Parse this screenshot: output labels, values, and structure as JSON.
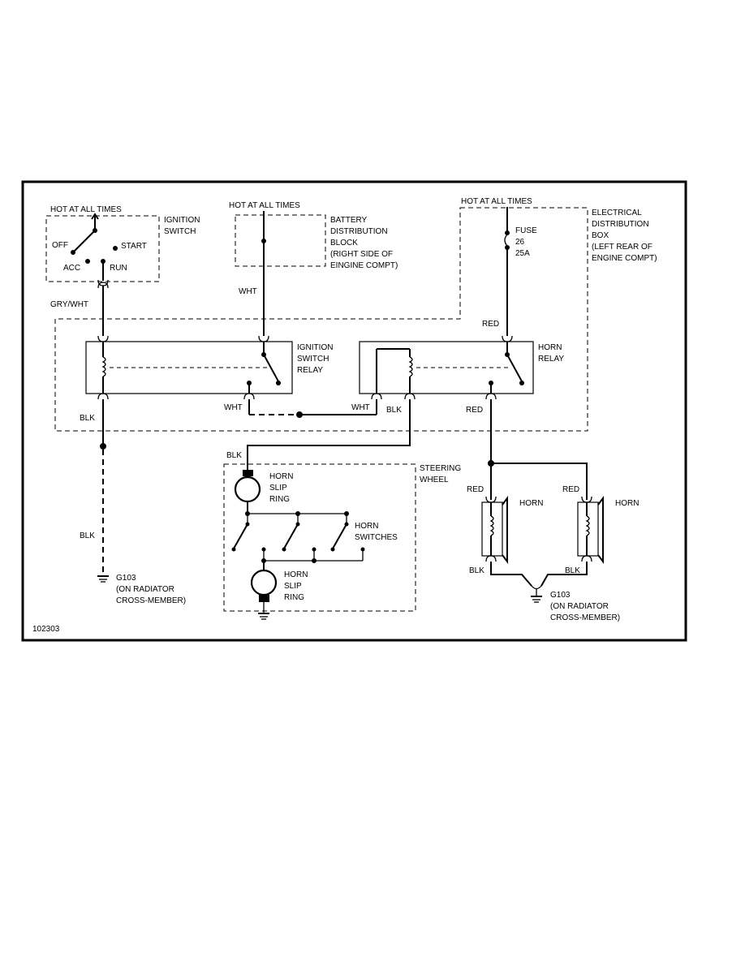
{
  "diagram_id": "102303",
  "sources": {
    "ignition_hot": "HOT AT ALL TIMES",
    "battery_hot": "HOT AT ALL TIMES",
    "fuse_hot": "HOT AT ALL TIMES"
  },
  "ignition_switch": {
    "label_line1": "IGNITION",
    "label_line2": "SWITCH",
    "pos_off": "OFF",
    "pos_start": "START",
    "pos_acc": "ACC",
    "pos_run": "RUN"
  },
  "battery_block": {
    "line1": "BATTERY",
    "line2": "DISTRIBUTION",
    "line3": "BLOCK",
    "line4": "(RIGHT SIDE OF",
    "line5": "EINGINE COMPT)"
  },
  "distribution_box": {
    "line1": "ELECTRICAL",
    "line2": "DISTRIBUTION",
    "line3": "BOX",
    "line4": "(LEFT REAR OF",
    "line5": "ENGINE COMPT)"
  },
  "fuse": {
    "label": "FUSE",
    "number": "26",
    "rating": "25A"
  },
  "ignition_relay": {
    "line1": "IGNITION",
    "line2": "SWITCH",
    "line3": "RELAY"
  },
  "horn_relay": {
    "line1": "HORN",
    "line2": "RELAY"
  },
  "steering_wheel": {
    "line1": "STEERING",
    "line2": "WHEEL"
  },
  "slip_ring_top": {
    "line1": "HORN",
    "line2": "SLIP",
    "line3": "RING"
  },
  "slip_ring_bottom": {
    "line1": "HORN",
    "line2": "SLIP",
    "line3": "RING"
  },
  "horn_switches": {
    "line1": "HORN",
    "line2": "SWITCHES"
  },
  "horns": {
    "left": "HORN",
    "right": "HORN"
  },
  "wires": {
    "gry_wht": "GRY/WHT",
    "wht_battery": "WHT",
    "red_fuse": "RED",
    "blk_ign_relay": "BLK",
    "wht_ign_relay_out": "WHT",
    "wht_horn_relay_in": "WHT",
    "blk_horn_relay": "BLK",
    "red_horn_relay_out": "RED",
    "blk_ground_left": "BLK",
    "blk_steering": "BLK",
    "red_horn_left": "RED",
    "red_horn_right": "RED",
    "blk_horn_left": "BLK",
    "blk_horn_right": "BLK"
  },
  "ground_left": {
    "id": "G103",
    "line2": "(ON RADIATOR",
    "line3": "CROSS-MEMBER)"
  },
  "ground_right": {
    "id": "G103",
    "line2": "(ON RADIATOR",
    "line3": "CROSS-MEMBER)"
  }
}
